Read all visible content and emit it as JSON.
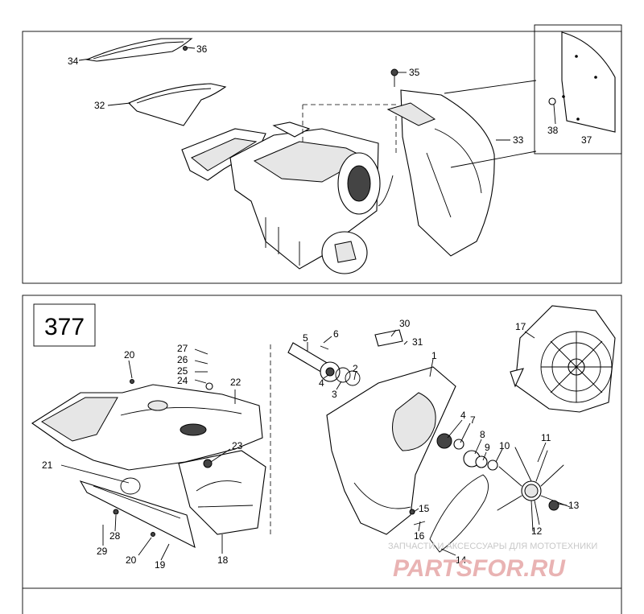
{
  "plate_number": "377",
  "watermark": {
    "line1": "ЗАПЧАСТИ И АКСЕССУАРЫ ДЛЯ МОТОТЕХНИКИ",
    "line2": "PARTSFOR.RU"
  },
  "upper_callouts": {
    "c34": "34",
    "c36": "36",
    "c32": "32",
    "c35": "35",
    "c33": "33",
    "c38": "38",
    "c37": "37"
  },
  "lower_callouts": {
    "c20a": "20",
    "c27": "27",
    "c26": "26",
    "c25": "25",
    "c24": "24",
    "c22": "22",
    "c21": "21",
    "c23": "23",
    "c28": "28",
    "c29": "29",
    "c20b": "20",
    "c19": "19",
    "c18": "18",
    "c5": "5",
    "c6": "6",
    "c4a": "4",
    "c3": "3",
    "c2": "2",
    "c30": "30",
    "c31": "31",
    "c1": "1",
    "c17": "17",
    "c4b": "4",
    "c7": "7",
    "c8": "8",
    "c9": "9",
    "c10": "10",
    "c11": "11",
    "c15": "15",
    "c16": "16",
    "c12": "12",
    "c13": "13",
    "c14": "14"
  }
}
